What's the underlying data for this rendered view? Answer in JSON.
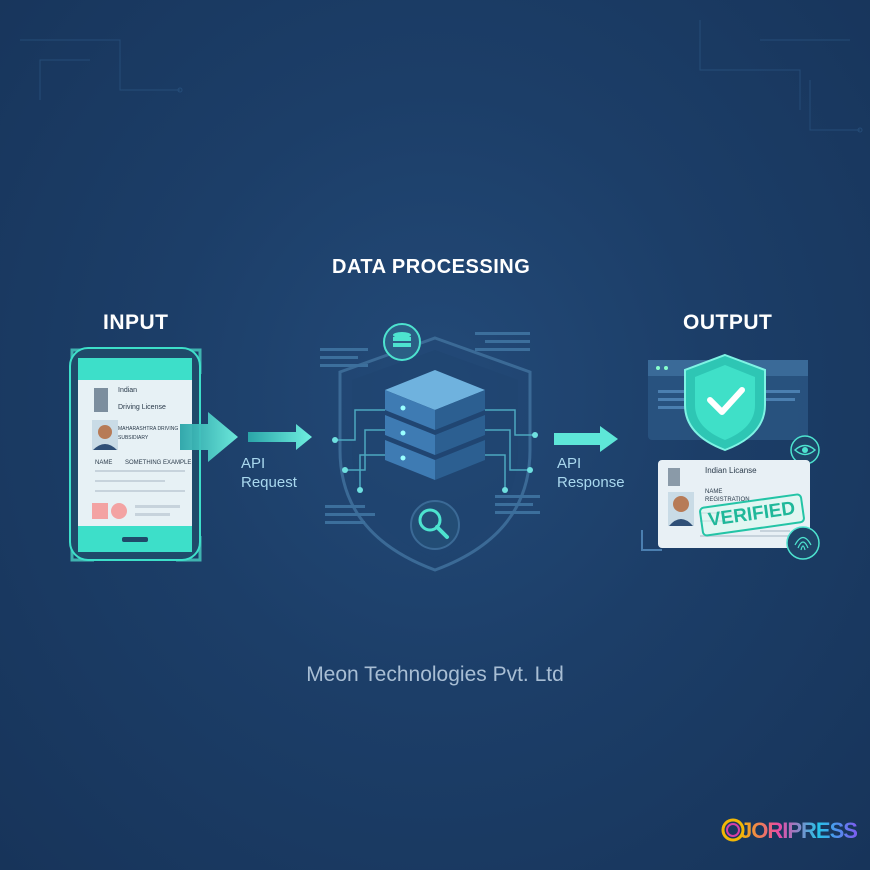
{
  "labels": {
    "input": "INPUT",
    "processing": "DATA PROCESSING",
    "output": "OUTPUT",
    "api_request": [
      "API",
      "Request"
    ],
    "api_response": [
      "API",
      "Response"
    ]
  },
  "input_card": {
    "line1": "Indian",
    "line2": "Driving License",
    "line3": "MAHARASHTRA DRIVING",
    "line4": "SUBSIDIARY",
    "line5": "NAME",
    "line6": "SOMETHING EXAMPLE"
  },
  "output_card": {
    "line1": "Indian Licanse",
    "line2": "NAME",
    "line3": "REGISTRATION",
    "stamp": "VERIFIED"
  },
  "company": "Meon Technologies Pvt. Ltd",
  "watermark": "JORIPRESS",
  "colors": {
    "background": "#1c3d66",
    "accent": "#4de3cf",
    "text": "#ffffff",
    "company_text": "#a8bed4"
  }
}
